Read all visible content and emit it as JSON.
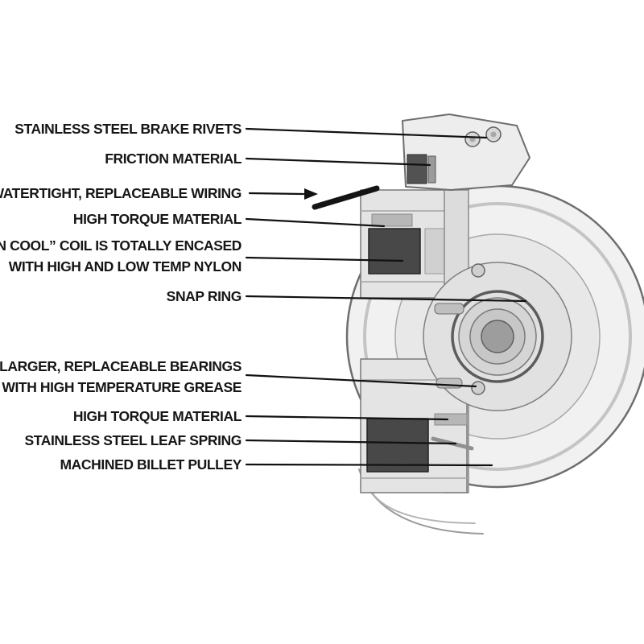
{
  "diagram": {
    "callouts": [
      {
        "id": "brake-rivets",
        "lines": [
          "STAINLESS STEEL BRAKE RIVETS"
        ]
      },
      {
        "id": "friction-material",
        "lines": [
          "FRICTION MATERIAL"
        ]
      },
      {
        "id": "wiring",
        "lines": [
          "WATERTIGHT, REPLACEABLE WIRING"
        ]
      },
      {
        "id": "high-torque-upper",
        "lines": [
          "HIGH TORQUE MATERIAL"
        ]
      },
      {
        "id": "run-cool-coil",
        "lines": [
          "“RUN COOL” COIL IS TOTALLY ENCASED",
          "WITH HIGH AND LOW TEMP NYLON"
        ]
      },
      {
        "id": "snap-ring",
        "lines": [
          "SNAP RING"
        ]
      },
      {
        "id": "bearings",
        "lines": [
          "LARGER, REPLACEABLE BEARINGS",
          "WITH HIGH TEMPERATURE GREASE"
        ]
      },
      {
        "id": "high-torque-lower",
        "lines": [
          "HIGH TORQUE MATERIAL"
        ]
      },
      {
        "id": "leaf-spring",
        "lines": [
          "STAINLESS STEEL LEAF SPRING"
        ]
      },
      {
        "id": "billet-pulley",
        "lines": [
          "MACHINED BILLET PULLEY"
        ]
      }
    ],
    "colors": {
      "label_text": "#161616",
      "leader_line": "#111111",
      "coil_dark": "#484848",
      "metal_light": "#f1f1f1",
      "metal_mid": "#dcdcdc",
      "wire": "#141414",
      "background": "#ffffff"
    }
  }
}
